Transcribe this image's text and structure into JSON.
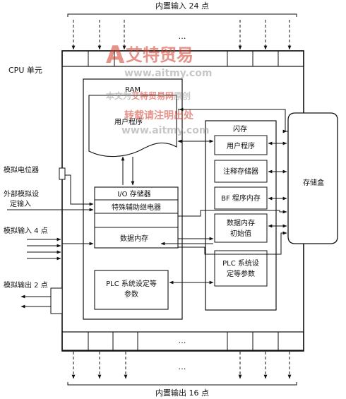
{
  "top_label": "内置输入 24 点",
  "bottom_label": "内置输出 16 点",
  "ellipsis": "…",
  "cpu_label": "CPU 单元",
  "ram": {
    "title": "RAM",
    "user_program": "用户程序",
    "io_memory": "I/O 存储器",
    "special_relay": "特殊辅助继电器",
    "data_memory": "数据内存",
    "plc_settings_line1": "PLC 系统设定等",
    "plc_settings_line2": "参数"
  },
  "flash": {
    "title": "闪存",
    "user_program": "用户程序",
    "comment_memory": "注释存储器",
    "bf_memory": "BF 程序内存",
    "data_init_line1": "数据内存",
    "data_init_line2": "初始值",
    "plc_settings_line1": "PLC 系统设",
    "plc_settings_line2": "定等参数"
  },
  "storage_box": "存储盒",
  "left_labels": {
    "analog_pot": "模拟电位器",
    "ext_analog_line1": "外部模拟设",
    "ext_analog_line2": "定输入",
    "analog_in": "模拟输入 4 点",
    "analog_out": "模拟输出 2 点"
  },
  "watermark": {
    "logo_mark": "A",
    "brand": "艾特贸易",
    "url1": "www.aitmy.com",
    "line1_grey_a": "本文为",
    "line1_red": "艾特贸易网",
    "line1_grey_b": "原创",
    "line2": "转载请注明出处",
    "url2": "www.aitmy.com"
  }
}
